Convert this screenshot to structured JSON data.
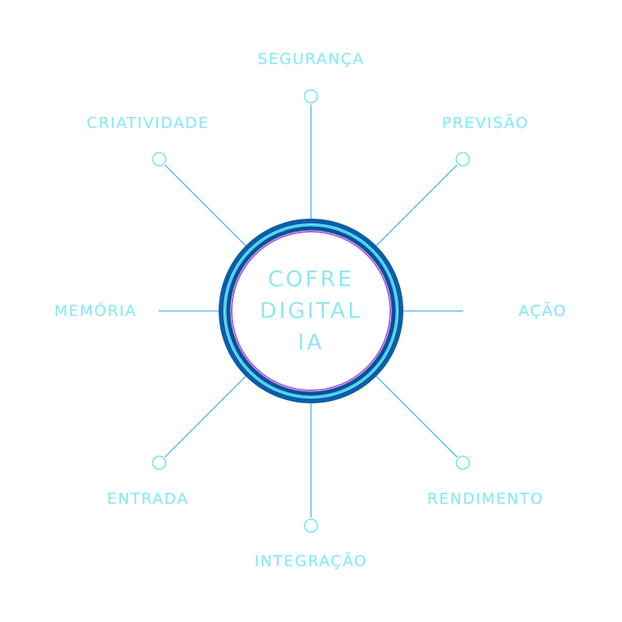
{
  "center": {
    "line1": "COFRE",
    "line2": "DIGITAL",
    "line3": "IA"
  },
  "nodes": [
    {
      "label": "SEGURANÇA",
      "angle": -90,
      "circle": true
    },
    {
      "label": "PREVISÃO",
      "angle": -45,
      "circle": true
    },
    {
      "label": "AÇÃO",
      "angle": 0,
      "circle": false
    },
    {
      "label": "RENDIMENTO",
      "angle": 45,
      "circle": true
    },
    {
      "label": "INTEGRAÇÃO",
      "angle": 90,
      "circle": true
    },
    {
      "label": "ENTRADA",
      "angle": 135,
      "circle": true
    },
    {
      "label": "MEMÓRIA",
      "angle": 180,
      "circle": false
    },
    {
      "label": "CRIATIVIDADE",
      "angle": -135,
      "circle": true
    }
  ],
  "colors": {
    "line": "#3fb8dc",
    "node": "#8ee8f2",
    "ringOuter": "#0b5ea8",
    "ringCyan": "#3fd6f0",
    "ringPurple": "#9b3fd6",
    "text": "#8ee8f2"
  }
}
